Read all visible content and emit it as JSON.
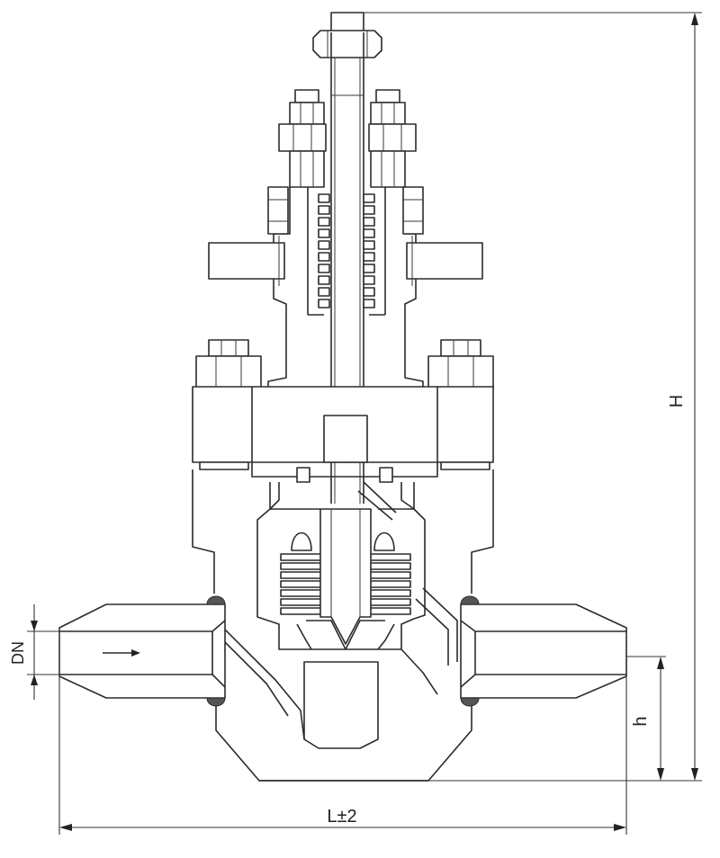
{
  "dimensions": {
    "height_label": "H",
    "length_label": "L±2",
    "height_h_label": "h",
    "nominal_diameter_label": "DN"
  }
}
